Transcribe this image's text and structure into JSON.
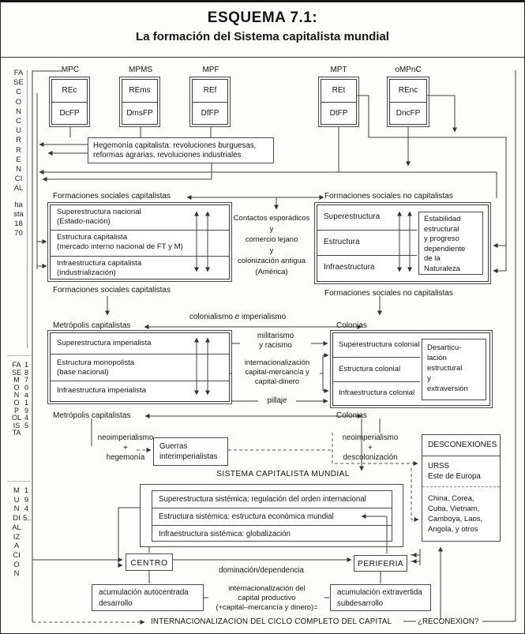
{
  "title": {
    "line1": "ESQUEMA 7.1:",
    "line2": "La formación del Sistema capitalista mundial"
  },
  "phases": [
    {
      "name": "FASE CONCURRENCIAL",
      "period": "hasta 1870"
    },
    {
      "name": "FASE MONOPOLISTA",
      "period": "1870 a 1945"
    },
    {
      "name": "MUNDIALIZACION",
      "period": "1945..."
    }
  ],
  "modes": [
    {
      "label": "MPC",
      "re": "REc",
      "d": "DcFP"
    },
    {
      "label": "MPMS",
      "re": "REms",
      "d": "DmsFP"
    },
    {
      "label": "MPF",
      "re": "REf",
      "d": "DfFP"
    },
    {
      "label": "MPT",
      "re": "REt",
      "d": "DtFP"
    },
    {
      "label": "oMPnC",
      "re": "REnc",
      "d": "DncFP"
    }
  ],
  "hegemonia": [
    "Hegemonía capitalista: revoluciones burguesas,",
    "reformas agrarias, revoluciones industriales"
  ],
  "concurrencial": {
    "fsc_top": "Formaciones sociales capitalistas",
    "fsc_bottom": "Formaciones sociales capitalistas",
    "fsc_rows": [
      [
        "Superestructura nacional",
        "(Estado-nación)"
      ],
      [
        "Estructura capitalista",
        "(mercado interno nacional de FT y M)"
      ],
      [
        "Infraestructura capitalista",
        "(industrialización)"
      ]
    ],
    "contactos": [
      "Contactos esporádicos",
      "y",
      "comercio lejano",
      "y",
      "colonización antigua",
      "(América)"
    ],
    "fsnc_top": "Formaciones sociales no capitalistas",
    "fsnc_bottom": "Formaciones sociales no capitalistas",
    "fsnc_rows": [
      "Superestructura",
      "Estructura",
      "Infraestructura"
    ],
    "estabilidad": [
      "Estabilidad",
      "estructural",
      "y progreso",
      "dependiente",
      "de la",
      "Naturaleza"
    ]
  },
  "monopolista": {
    "colonialismo": "colonialismo e imperialismo",
    "metropolis_top": "Metrópolis capitalistas",
    "metropolis_bottom": "Metrópolis capitalistas",
    "metropolis_rows": [
      [
        "Superestructura imperialista"
      ],
      [
        "Estructura monopolista",
        "(base nacional)"
      ],
      [
        "Infraestructura imperialista"
      ]
    ],
    "militarismo": [
      "militarismo",
      "y racismo"
    ],
    "internacionalizacion": [
      "internacionalización",
      "capital-mercancía y",
      "capital-dinero"
    ],
    "pillaje": "pillaje",
    "colonias_top": "Colonias",
    "colonias_bottom": "Colonias",
    "colonias_rows": [
      "Superestructura colonial",
      "Estructura colonial",
      "Infraestructura colonial"
    ],
    "desarticulacion": [
      "Desarticu-",
      "lación",
      "estructural",
      "y",
      "extraversión"
    ]
  },
  "mundializacion": {
    "neo_hegemonia": [
      "neoimperialismo",
      "+",
      "hegemonía"
    ],
    "guerras": [
      "Guerras",
      "interimperialistas"
    ],
    "neo_descolonizacion": [
      "neoimperialismo",
      "+",
      "descolonización"
    ],
    "desconexiones": {
      "title": "DESCONEXIONES",
      "grupo1": [
        "URSS",
        "Este de Europa"
      ],
      "grupo2": [
        "China, Corea,",
        "Cuba, Vietnam,",
        "Camboya, Laos,",
        "Angola, y otros"
      ]
    },
    "sistema_title": "SISTEMA CAPITALISTA MUNDIAL",
    "sistema_rows": [
      "Superestructura sistémica: regulación del orden internacional",
      "Estructura sistémica: estructura económica mundial",
      "Infraestructura sistémica: globalización"
    ],
    "centro": "CENTRO",
    "periferia": "PERIFERIA",
    "dominacion": "dominación/dependencia",
    "acum_centro": [
      "acumulación autocentrada",
      "desarrollo"
    ],
    "intern_productivo": [
      "internacionalización del",
      "capital productivo",
      "(+capital–mercancía y dinero)="
    ],
    "acum_periferia": [
      "acumulación extravertida",
      "subdesarrollo"
    ],
    "bottom_line": "INTERNACIONALIZACION DEL CICLO COMPLETO DEL CAPITAL",
    "reconexion": "¿RECONEXION?"
  }
}
